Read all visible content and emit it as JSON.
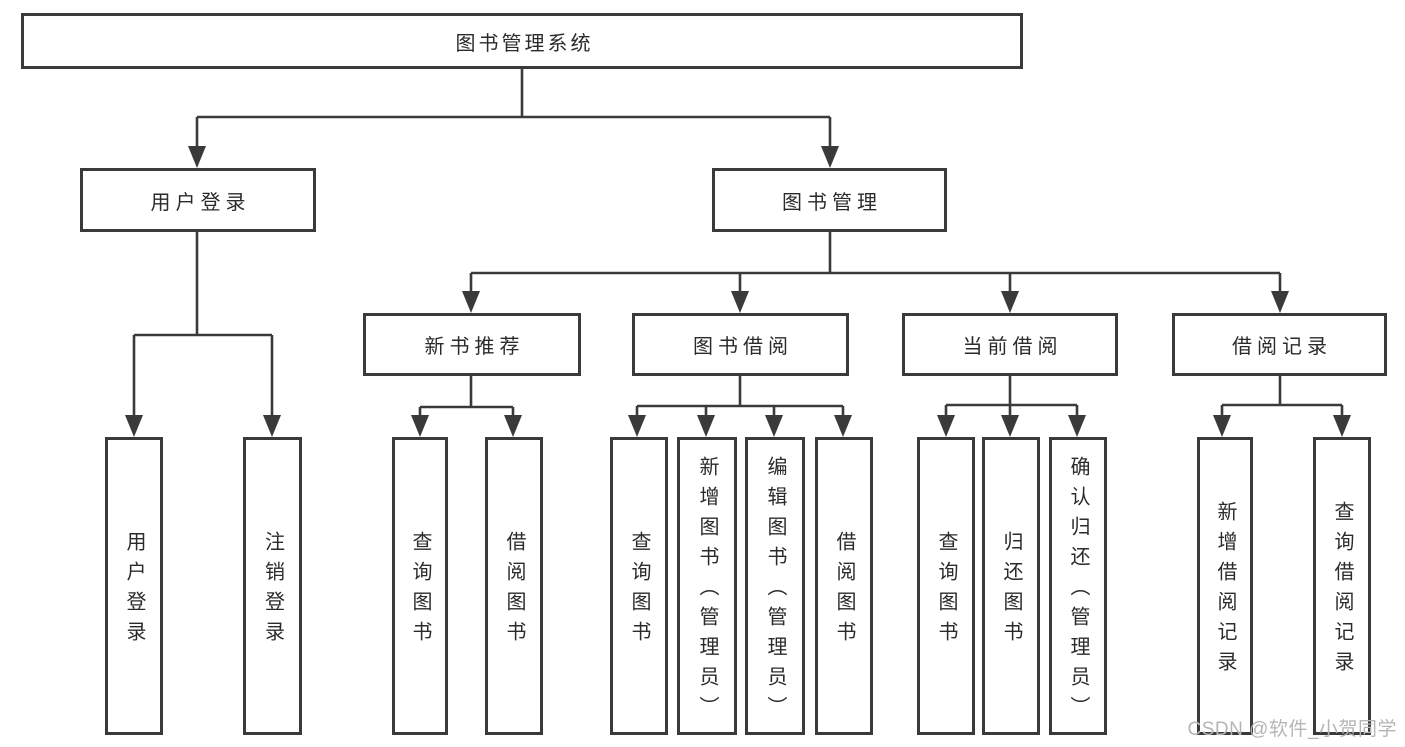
{
  "diagram": {
    "root_label": "图书管理系统",
    "branches": {
      "user_login": "用户登录",
      "book_mgmt": "图书管理"
    },
    "modules": {
      "new_books": "新书推荐",
      "book_borrow": "图书借阅",
      "current_borrow": "当前借阅",
      "borrow_records": "借阅记录"
    },
    "leaves": {
      "user_login": [
        "用户登录",
        "注销登录"
      ],
      "new_books": [
        "查询图书",
        "借阅图书"
      ],
      "book_borrow": [
        "查询图书",
        "新增图书（管理员）",
        "编辑图书（管理员）",
        "借阅图书"
      ],
      "current_borrow": [
        "查询图书",
        "归还图书",
        "确认归还（管理员）"
      ],
      "borrow_records": [
        "新增借阅记录",
        "查询借阅记录"
      ]
    }
  },
  "watermark": "CSDN @软件_小贺同学",
  "colors": {
    "line": "#3a3a3a",
    "text": "#2b2b2b",
    "background": "#ffffff",
    "watermark": "#b5b5b5"
  }
}
